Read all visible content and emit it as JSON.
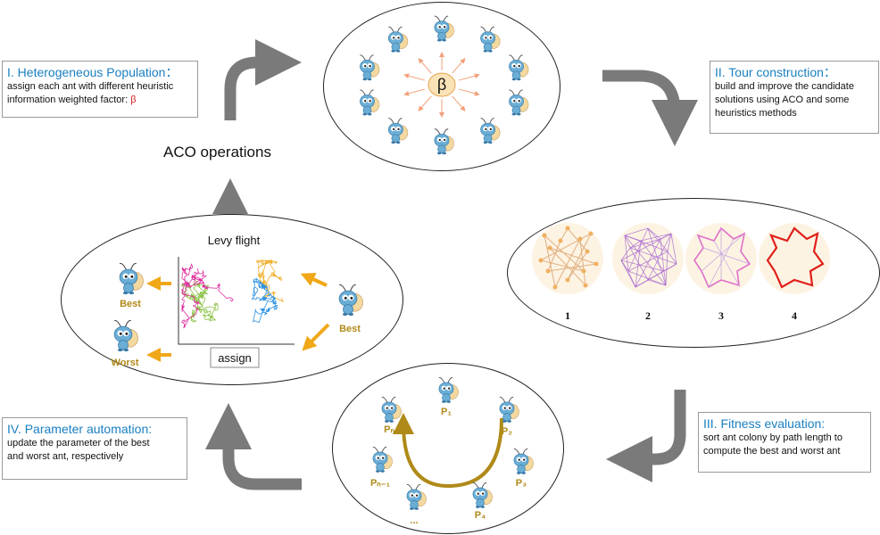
{
  "center_label": "ACO operations",
  "boxes": [
    {
      "title": "I. Heterogeneous Population：",
      "lines": [
        "assign each ant with different heuristic",
        "information weighted factor: "
      ],
      "beta": "β"
    },
    {
      "title": "II. Tour construction：",
      "lines": [
        "build and improve the candidate",
        "solutions using ACO and some",
        "heuristics methods"
      ]
    },
    {
      "title": "III. Fitness evaluation:",
      "lines": [
        "sort ant colony by path length to",
        "compute the best and worst ant"
      ]
    },
    {
      "title": "IV. Parameter automation:",
      "lines": [
        "update the parameter of the best",
        "and worst ant, respectively"
      ]
    }
  ],
  "population": {
    "center_symbol": "β",
    "ant_count": 10
  },
  "tours": {
    "labels": [
      "1",
      "2",
      "3",
      "4"
    ]
  },
  "fitness": {
    "labels": [
      "P₁",
      "P₂",
      "P₃",
      "P₄",
      "...",
      "Pₙ₋₁",
      "Pₙ"
    ]
  },
  "levy": {
    "title": "Levy flight",
    "assign_label": "assign",
    "best_label": "Best",
    "worst_label": "Worst",
    "source_label": "Best"
  },
  "colors": {
    "title_blue": "#1a7fc1",
    "arrow_gray": "#7a7a7a",
    "arrow_orange": "#f0a818",
    "gold": "#b08a18",
    "beta_red": "#d62020",
    "tour4_red": "#e0201a",
    "tour_purple": "#a060d0",
    "tour_pink": "#e070c8"
  }
}
